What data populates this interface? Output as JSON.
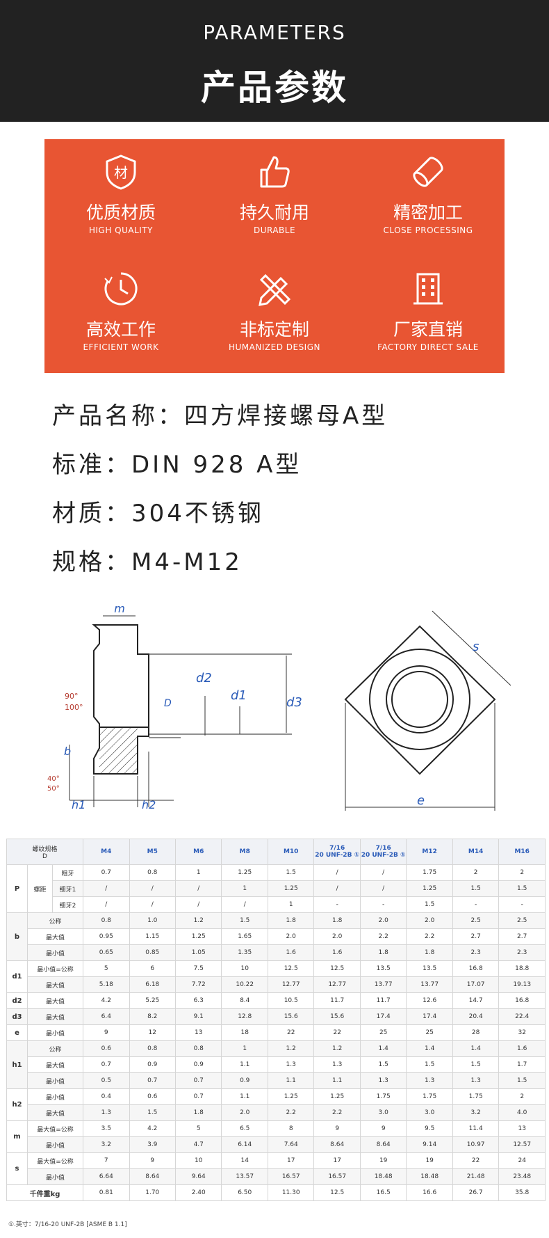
{
  "header": {
    "en_title": "PARAMETERS",
    "cn_title": "产品参数"
  },
  "features": [
    {
      "icon": "shield-icon",
      "icon_char": "材",
      "title": "优质材质",
      "subtitle": "HIGH QUALITY"
    },
    {
      "icon": "thumbs-up-icon",
      "title": "持久耐用",
      "subtitle": "DURABLE"
    },
    {
      "icon": "cylinder-icon",
      "title": "精密加工",
      "subtitle": "CLOSE PROCESSING"
    },
    {
      "icon": "clock-icon",
      "title": "高效工作",
      "subtitle": "EFFICIENT WORK"
    },
    {
      "icon": "pencil-ruler-icon",
      "title": "非标定制",
      "subtitle": "HUMANIZED DESIGN"
    },
    {
      "icon": "building-icon",
      "title": "厂家直销",
      "subtitle": "FACTORY DIRECT SALE"
    }
  ],
  "info": {
    "name": "产品名称：四方焊接螺母A型",
    "standard": "标准：DIN 928 A型",
    "material": "材质：304不锈钢",
    "spec": "规格：M4-M12"
  },
  "diagram": {
    "labels": {
      "m": "m",
      "d2": "d2",
      "d1": "d1",
      "d3": "d3",
      "D": "D",
      "b": "b",
      "h1": "h1",
      "h2": "h2",
      "s": "s",
      "e": "e"
    },
    "angles": {
      "a1": "90°",
      "a2": "100°",
      "a3": "40°",
      "a4": "50°"
    }
  },
  "table": {
    "header_label": "螺纹规格\nD",
    "columns": [
      "M4",
      "M5",
      "M6",
      "M8",
      "M10",
      "7/16\n20 UNF-2B ①",
      "7/16\n20 UNF-2B ①",
      "M12",
      "M14",
      "M16"
    ],
    "rows": [
      {
        "g": "P",
        "sub": "螺距",
        "label": "粗牙",
        "v": [
          "0.7",
          "0.8",
          "1",
          "1.25",
          "1.5",
          "/",
          "/",
          "1.75",
          "2",
          "2"
        ]
      },
      {
        "g": "",
        "sub": "",
        "label": "细牙1",
        "v": [
          "/",
          "/",
          "/",
          "1",
          "1.25",
          "/",
          "/",
          "1.25",
          "1.5",
          "1.5"
        ]
      },
      {
        "g": "",
        "sub": "",
        "label": "细牙2",
        "v": [
          "/",
          "/",
          "/",
          "/",
          "1",
          "-",
          "-",
          "1.5",
          "-",
          "-"
        ]
      },
      {
        "g": "b",
        "sub": "",
        "label": "公称",
        "v": [
          "0.8",
          "1.0",
          "1.2",
          "1.5",
          "1.8",
          "1.8",
          "2.0",
          "2.0",
          "2.5",
          "2.5"
        ]
      },
      {
        "g": "",
        "sub": "",
        "label": "最大值",
        "v": [
          "0.95",
          "1.15",
          "1.25",
          "1.65",
          "2.0",
          "2.0",
          "2.2",
          "2.2",
          "2.7",
          "2.7"
        ]
      },
      {
        "g": "",
        "sub": "",
        "label": "最小值",
        "v": [
          "0.65",
          "0.85",
          "1.05",
          "1.35",
          "1.6",
          "1.6",
          "1.8",
          "1.8",
          "2.3",
          "2.3"
        ]
      },
      {
        "g": "d1",
        "sub": "",
        "label": "最小值=公称",
        "v": [
          "5",
          "6",
          "7.5",
          "10",
          "12.5",
          "12.5",
          "13.5",
          "13.5",
          "16.8",
          "18.8"
        ]
      },
      {
        "g": "",
        "sub": "",
        "label": "最大值",
        "v": [
          "5.18",
          "6.18",
          "7.72",
          "10.22",
          "12.77",
          "12.77",
          "13.77",
          "13.77",
          "17.07",
          "19.13"
        ]
      },
      {
        "g": "d2",
        "sub": "",
        "label": "最大值",
        "v": [
          "4.2",
          "5.25",
          "6.3",
          "8.4",
          "10.5",
          "11.7",
          "11.7",
          "12.6",
          "14.7",
          "16.8"
        ]
      },
      {
        "g": "d3",
        "sub": "",
        "label": "最大值",
        "v": [
          "6.4",
          "8.2",
          "9.1",
          "12.8",
          "15.6",
          "15.6",
          "17.4",
          "17.4",
          "20.4",
          "22.4"
        ]
      },
      {
        "g": "e",
        "sub": "",
        "label": "最小值",
        "v": [
          "9",
          "12",
          "13",
          "18",
          "22",
          "22",
          "25",
          "25",
          "28",
          "32"
        ]
      },
      {
        "g": "h1",
        "sub": "",
        "label": "公称",
        "v": [
          "0.6",
          "0.8",
          "0.8",
          "1",
          "1.2",
          "1.2",
          "1.4",
          "1.4",
          "1.4",
          "1.6"
        ]
      },
      {
        "g": "",
        "sub": "",
        "label": "最大值",
        "v": [
          "0.7",
          "0.9",
          "0.9",
          "1.1",
          "1.3",
          "1.3",
          "1.5",
          "1.5",
          "1.5",
          "1.7"
        ]
      },
      {
        "g": "",
        "sub": "",
        "label": "最小值",
        "v": [
          "0.5",
          "0.7",
          "0.7",
          "0.9",
          "1.1",
          "1.1",
          "1.3",
          "1.3",
          "1.3",
          "1.5"
        ]
      },
      {
        "g": "h2",
        "sub": "",
        "label": "最小值",
        "v": [
          "0.4",
          "0.6",
          "0.7",
          "1.1",
          "1.25",
          "1.25",
          "1.75",
          "1.75",
          "1.75",
          "2"
        ]
      },
      {
        "g": "",
        "sub": "",
        "label": "最大值",
        "v": [
          "1.3",
          "1.5",
          "1.8",
          "2.0",
          "2.2",
          "2.2",
          "3.0",
          "3.0",
          "3.2",
          "4.0"
        ]
      },
      {
        "g": "m",
        "sub": "",
        "label": "最大值=公称",
        "v": [
          "3.5",
          "4.2",
          "5",
          "6.5",
          "8",
          "9",
          "9",
          "9.5",
          "11.4",
          "13"
        ]
      },
      {
        "g": "",
        "sub": "",
        "label": "最小值",
        "v": [
          "3.2",
          "3.9",
          "4.7",
          "6.14",
          "7.64",
          "8.64",
          "8.64",
          "9.14",
          "10.97",
          "12.57"
        ]
      },
      {
        "g": "s",
        "sub": "",
        "label": "最大值=公称",
        "v": [
          "7",
          "9",
          "10",
          "14",
          "17",
          "17",
          "19",
          "19",
          "22",
          "24"
        ]
      },
      {
        "g": "",
        "sub": "",
        "label": "最小值",
        "v": [
          "6.64",
          "8.64",
          "9.64",
          "13.57",
          "16.57",
          "16.57",
          "18.48",
          "18.48",
          "21.48",
          "23.48"
        ]
      },
      {
        "g": "",
        "sub": "",
        "label": "千件重kg",
        "v": [
          "0.81",
          "1.70",
          "2.40",
          "6.50",
          "11.30",
          "12.5",
          "16.5",
          "16.6",
          "26.7",
          "35.8"
        ]
      }
    ],
    "footnote": "①.英寸：7/16-20 UNF-2B [ASME B 1.1]"
  }
}
